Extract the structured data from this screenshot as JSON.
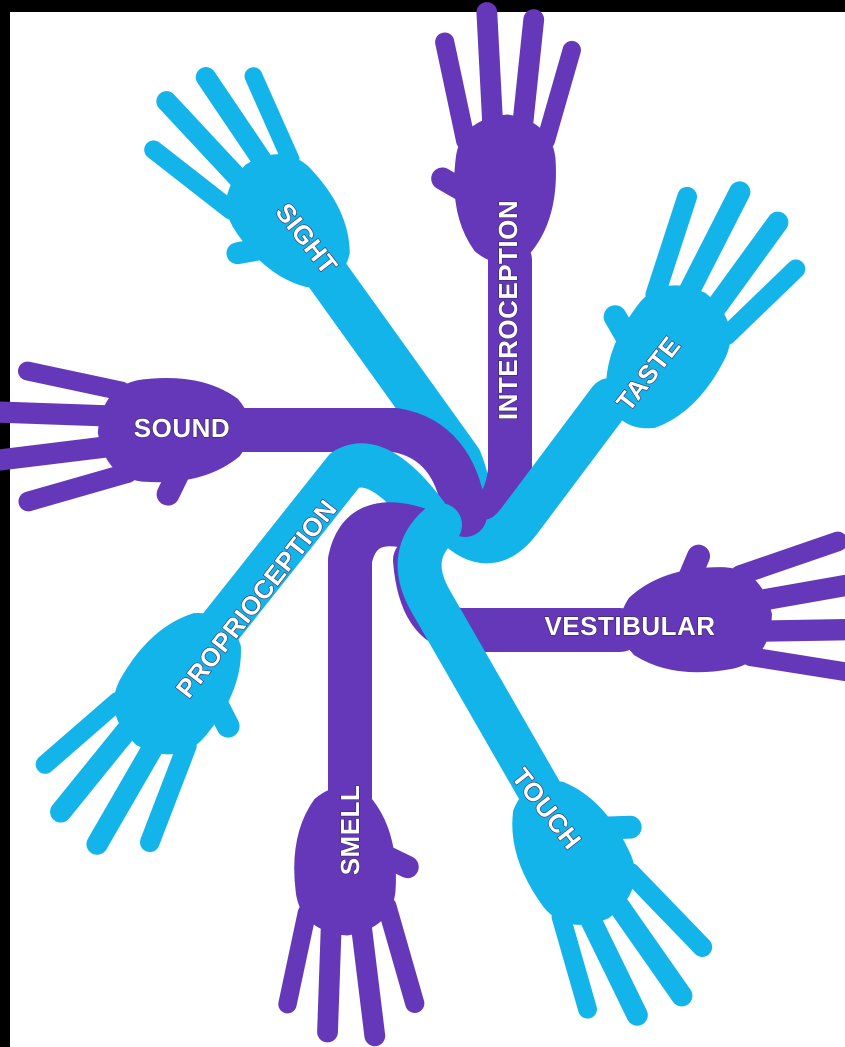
{
  "colors": {
    "cyan": "#12b4ea",
    "purple": "#6438b9",
    "frame": "#000000",
    "text": "#ffffff"
  },
  "hands": [
    {
      "id": "sight",
      "label": "SIGHT",
      "color": "cyan"
    },
    {
      "id": "interoception",
      "label": "INTEROCEPTION",
      "color": "purple"
    },
    {
      "id": "taste",
      "label": "TASTE",
      "color": "cyan"
    },
    {
      "id": "sound",
      "label": "SOUND",
      "color": "purple"
    },
    {
      "id": "proprioception",
      "label": "PROPRIOCEPTION",
      "color": "cyan"
    },
    {
      "id": "vestibular",
      "label": "VESTIBULAR",
      "color": "purple"
    },
    {
      "id": "smell",
      "label": "SMELL",
      "color": "purple"
    },
    {
      "id": "touch",
      "label": "TOUCH",
      "color": "cyan"
    }
  ]
}
